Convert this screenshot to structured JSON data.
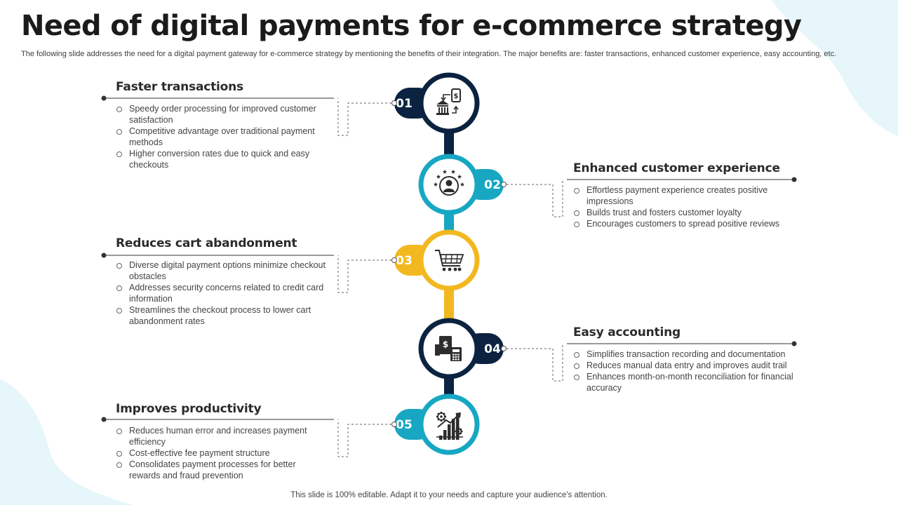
{
  "title": "Need of digital payments for e-commerce strategy",
  "subtitle": "The following slide addresses the need for a digital payment gateway for e-commerce strategy by mentioning the benefits of their integration. The major benefits are: faster transactions, enhanced customer experience, easy accounting, etc.",
  "footer": "This slide is 100% editable. Adapt it to your needs and capture your audience's attention.",
  "colors": {
    "navy": "#0b2340",
    "teal": "#17a7c3",
    "yellow": "#f2b81f",
    "icon": "#2d2d2d",
    "blob": "#e6f6fa"
  },
  "steps": [
    {
      "number": "01",
      "title": "Faster transactions",
      "icon": "bank-mobile-transfer-icon",
      "bullets": [
        "Speedy order processing for improved customer satisfaction",
        "Competitive advantage over traditional payment methods",
        "Higher conversion rates due to quick and easy checkouts"
      ]
    },
    {
      "number": "02",
      "title": "Enhanced customer experience",
      "icon": "customer-rating-stars-icon",
      "bullets": [
        "Effortless payment experience creates positive impressions",
        "Builds trust and fosters customer loyalty",
        "Encourages customers to spread positive reviews"
      ]
    },
    {
      "number": "03",
      "title": "Reduces cart abandonment",
      "icon": "shopping-cart-icon",
      "bullets": [
        "Diverse digital payment options minimize checkout obstacles",
        "Addresses security concerns related to credit card information",
        "Streamlines the checkout process to lower cart abandonment rates"
      ]
    },
    {
      "number": "04",
      "title": "Easy accounting",
      "icon": "invoice-calculator-icon",
      "bullets": [
        "Simplifies transaction recording and documentation",
        "Reduces manual data entry and improves audit trail",
        "Enhances month-on-month reconciliation for financial accuracy"
      ]
    },
    {
      "number": "05",
      "title": "Improves productivity",
      "icon": "growth-chart-gear-icon",
      "bullets": [
        "Reduces human error and increases payment efficiency",
        "Cost-effective fee payment structure",
        "Consolidates payment processes for better rewards and fraud prevention"
      ]
    }
  ]
}
